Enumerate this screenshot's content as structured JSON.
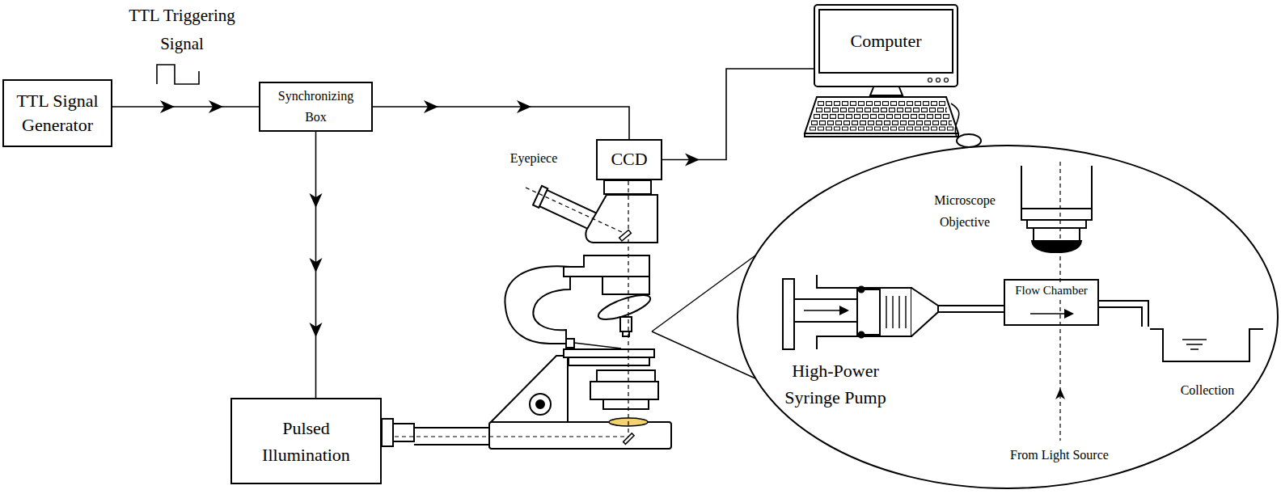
{
  "diagram": {
    "nodes": [
      {
        "text": [
          "TTL Signal Generator"
        ]
      },
      {
        "text": [
          "Synchronizing Box"
        ]
      },
      {
        "text": [
          "CCD"
        ]
      },
      {
        "text": [
          "Computer"
        ]
      },
      {
        "text": [
          "Pulsed Illumination"
        ]
      },
      {
        "text": [
          "Flow Chamber"
        ]
      }
    ],
    "edges": [
      {
        "from": 0,
        "to": 1,
        "arrow": "to",
        "label": "TTL Triggering Signal"
      },
      {
        "from": 1,
        "to": 2,
        "arrow": "to"
      },
      {
        "from": 2,
        "to": 3,
        "arrow": "to"
      },
      {
        "from": 1,
        "to": 4,
        "arrow": "to"
      }
    ],
    "labels": [
      "Eyepiece",
      "Microscope Objective",
      "High-Power Syringe Pump",
      "Collection",
      "From Light Source"
    ]
  }
}
